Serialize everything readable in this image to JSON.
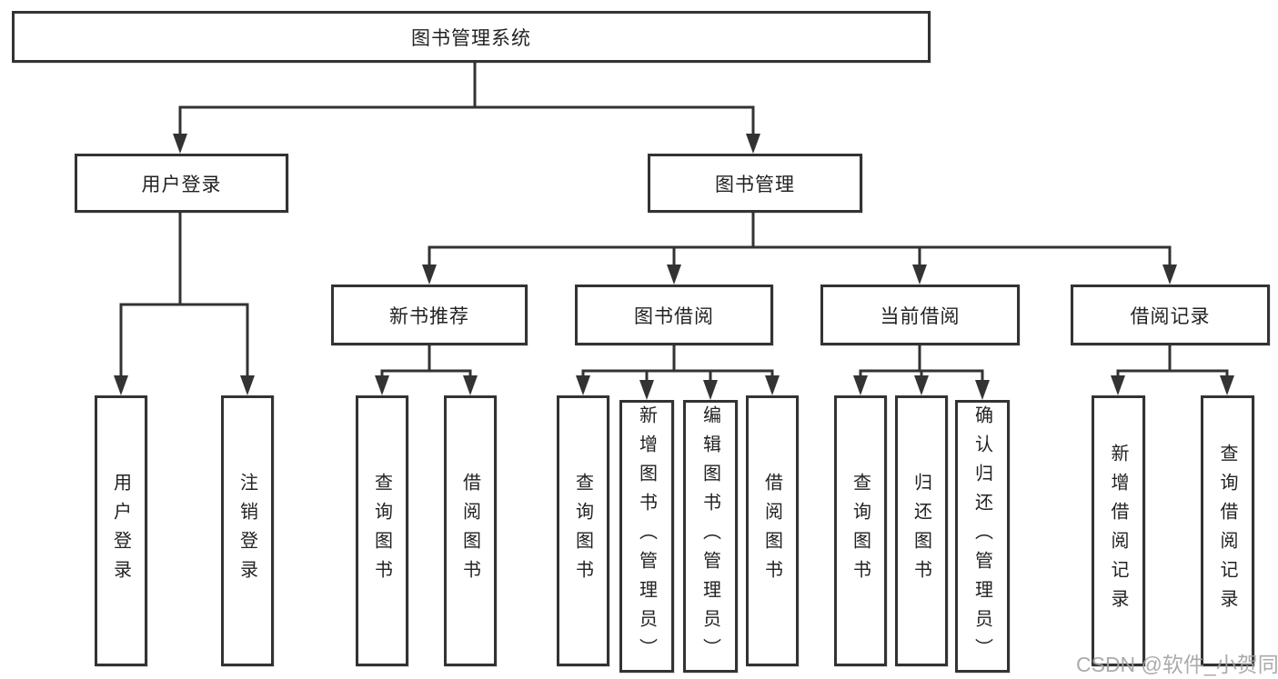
{
  "diagram": {
    "type": "hierarchy-tree",
    "line_color": "#333333",
    "background": "#ffffff",
    "watermark": {
      "label": "CSDN @软件_小贺同学",
      "color": "#a3a3a3"
    },
    "nodes": {
      "root": {
        "label": "图书管理系统"
      },
      "user_login": {
        "label": "用户登录"
      },
      "book_mgmt": {
        "label": "图书管理"
      },
      "new_books": {
        "label": "新书推荐"
      },
      "book_borrow": {
        "label": "图书借阅"
      },
      "current_borrow": {
        "label": "当前借阅"
      },
      "borrow_records": {
        "label": "借阅记录"
      },
      "leaf_user_login": {
        "label": "用户登录"
      },
      "leaf_logout": {
        "label": "注销登录"
      },
      "leaf_newbook_query": {
        "label": "查询图书"
      },
      "leaf_newbook_borrow": {
        "label": "借阅图书"
      },
      "leaf_borrow_query": {
        "label": "查询图书"
      },
      "leaf_borrow_add": {
        "label": "新增图书（管理员）"
      },
      "leaf_borrow_edit": {
        "label": "编辑图书（管理员）"
      },
      "leaf_borrow_borrow": {
        "label": "借阅图书"
      },
      "leaf_current_query": {
        "label": "查询图书"
      },
      "leaf_current_return": {
        "label": "归还图书"
      },
      "leaf_current_confirm": {
        "label": "确认归还（管理员）"
      },
      "leaf_records_add": {
        "label": "新增借阅记录"
      },
      "leaf_records_query": {
        "label": "查询借阅记录"
      }
    },
    "tree": {
      "root": "图书管理系统",
      "children": [
        {
          "label": "用户登录",
          "children": [
            "用户登录",
            "注销登录"
          ]
        },
        {
          "label": "图书管理",
          "children": [
            {
              "label": "新书推荐",
              "children": [
                "查询图书",
                "借阅图书"
              ]
            },
            {
              "label": "图书借阅",
              "children": [
                "查询图书",
                "新增图书（管理员）",
                "编辑图书（管理员）",
                "借阅图书"
              ]
            },
            {
              "label": "当前借阅",
              "children": [
                "查询图书",
                "归还图书",
                "确认归还（管理员）"
              ]
            },
            {
              "label": "借阅记录",
              "children": [
                "新增借阅记录",
                "查询借阅记录"
              ]
            }
          ]
        }
      ]
    }
  }
}
